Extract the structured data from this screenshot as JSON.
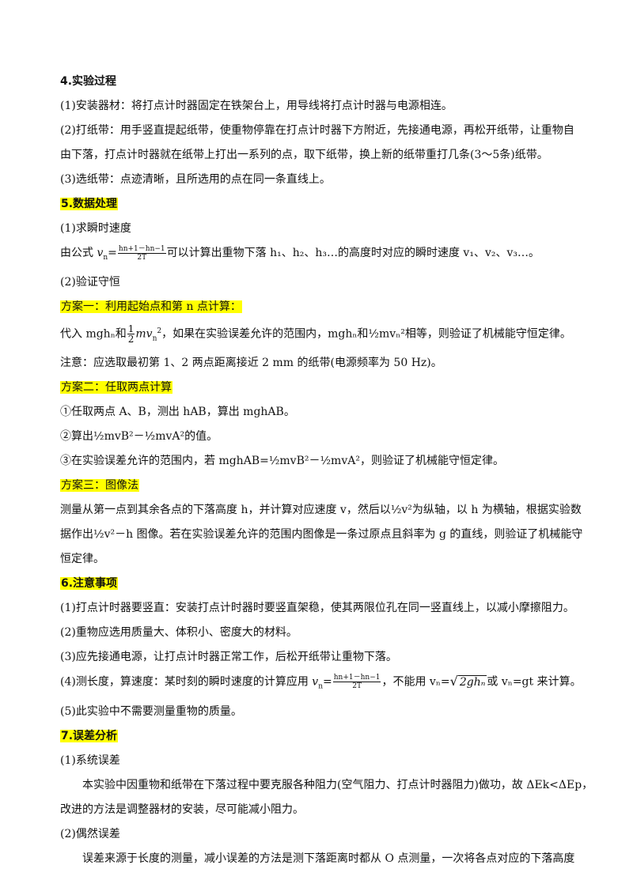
{
  "sec4": {
    "title": "4.实验过程",
    "p1": "(1)安装器材：将打点计时器固定在铁架台上，用导线将打点计时器与电源相连。",
    "p2a": "(2)打纸带：用手竖直提起纸带，使重物停靠在打点计时器下方附近，先接通电源，再松开纸带，让重物自",
    "p2b": "由下落，打点计时器就在纸带上打出一系列的点，取下纸带，换上新的纸带重打几条(3～5条)纸带。",
    "p3": "(3)选纸带：点迹清晰，且所选用的点在同一条直线上。"
  },
  "sec5": {
    "title": "5.数据处理",
    "s1": "(1)求瞬时速度",
    "formula_prefix": "由公式",
    "formula_num": "hn+1－hn−1",
    "formula_den": "2T",
    "formula_suffix": "可以计算出重物下落 h₁、h₂、h₃…的高度时对应的瞬时速度 v₁、v₂、v₃…。",
    "s2": "(2)验证守恒",
    "plan1": "方案一：利用起始点和第 n 点计算：",
    "plan1_text": "，如果在实验误差允许的范围内，mghₙ和½mvₙ²相等，则验证了机械能守恒定律。",
    "plan1_prefix": "代入 mghₙ和",
    "note": "注意：应选取最初第 1、2 两点距离接近 2 mm 的纸带(电源频率为 50 Hz)。",
    "plan2": "方案二：任取两点计算",
    "plan2_s1": "①任取两点 A、B，测出 hAB，算出 mghAB。",
    "plan2_s2": "②算出½mvB²－½mvA²的值。",
    "plan2_s3": "③在实验误差允许的范围内，若 mghAB=½mvB²－½mvA²，则验证了机械能守恒定律。",
    "plan3": "方案三：图像法",
    "plan3_a": "测量从第一点到其余各点的下落高度 h，并计算对应速度 v，然后以½v²为纵轴，以 h 为横轴，根据实验数",
    "plan3_b": "据作出½v²－h 图像。若在实验误差允许的范围内图像是一条过原点且斜率为 g 的直线，则验证了机械能守",
    "plan3_c": "恒定律。"
  },
  "sec6": {
    "title": "6.注意事项",
    "p1": "(1)打点计时器要竖直：安装打点计时器时要竖直架稳，使其两限位孔在同一竖直线上，以减小摩擦阻力。",
    "p2": "(2)重物应选用质量大、体积小、密度大的材料。",
    "p3": "(3)应先接通电源，让打点计时器正常工作，后松开纸带让重物下落。",
    "p4_prefix": "(4)测长度，算速度：某时刻的瞬时速度的计算应用",
    "p4_mid": "，不能用 vₙ=",
    "p4_rad": "2ghₙ",
    "p4_suffix": "或 vₙ=gt 来计算。",
    "p5": "(5)此实验中不需要测量重物的质量。"
  },
  "sec7": {
    "title": "7.误差分析",
    "s1": "(1)系统误差",
    "s1_a": "本实验中因重物和纸带在下落过程中要克服各种阻力(空气阻力、打点计时器阻力)做功，故 ΔEk<ΔEp，",
    "s1_b": "改进的方法是调整器材的安装，尽可能减小阻力。",
    "s2": "(2)偶然误差",
    "s2_a": "误差来源于长度的测量，减小误差的方法是测下落距离时都从 O 点测量，一次将各点对应的下落高度"
  },
  "colors": {
    "highlight": "#ffff00",
    "text": "#111111"
  }
}
